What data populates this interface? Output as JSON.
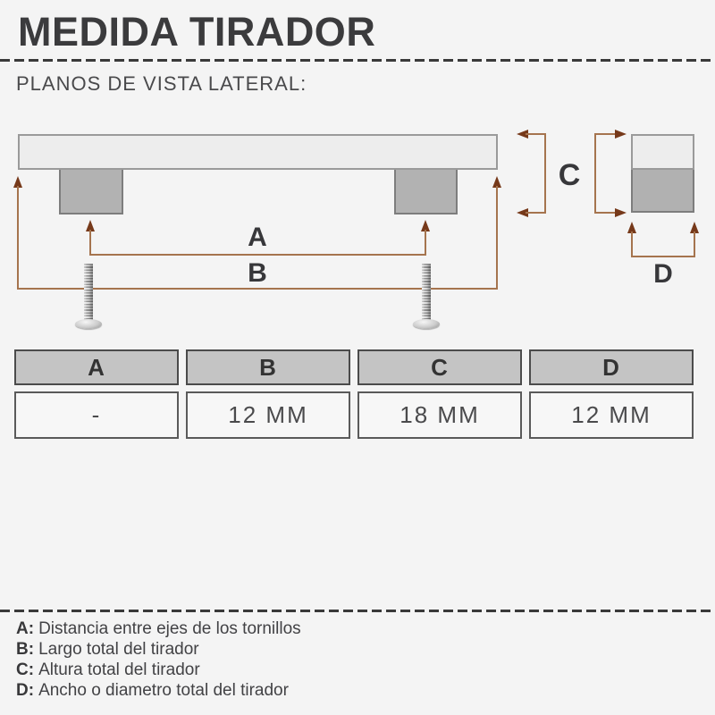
{
  "header": {
    "title": "MEDIDA TIRADOR",
    "subtitle": "PLANOS DE VISTA LATERAL:"
  },
  "diagram": {
    "dim_a_label": "A",
    "dim_b_label": "B",
    "dim_c_label": "C",
    "dim_d_label": "D"
  },
  "table": {
    "headers": [
      "A",
      "B",
      "C",
      "D"
    ],
    "values": [
      "-",
      "12 MM",
      "18 MM",
      "12 MM"
    ]
  },
  "legend": {
    "items": [
      {
        "key": "A:",
        "text": "Distancia entre ejes de los tornillos"
      },
      {
        "key": "B:",
        "text": "Largo total del tirador"
      },
      {
        "key": "C:",
        "text": "Altura total del tirador"
      },
      {
        "key": "D:",
        "text": "Ancho o diametro total del tirador"
      }
    ]
  },
  "colors": {
    "background": "#f4f4f4",
    "dark_text": "#3a3a3c",
    "dimension_line_brown": "#a5744e",
    "arrowhead_brown": "#76391a",
    "handle_light_gray": "#ededed",
    "handle_dark_gray": "#b2b2b2",
    "table_header_gray": "#c4c4c4"
  }
}
